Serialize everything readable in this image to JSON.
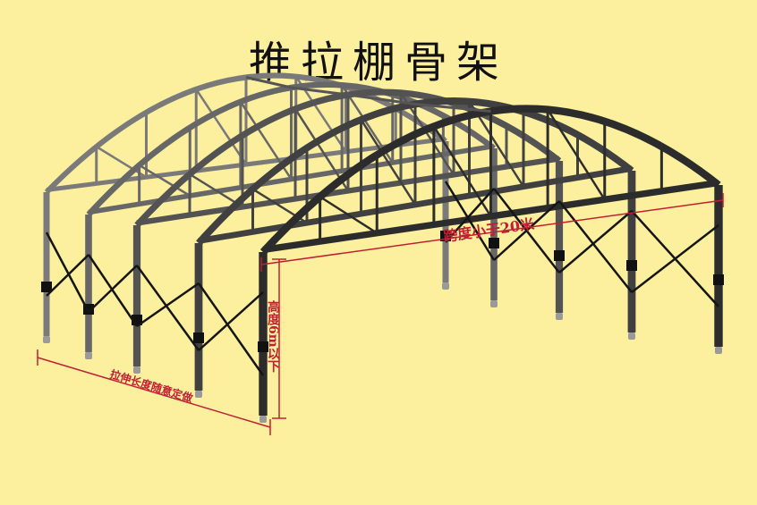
{
  "title": "推拉棚骨架",
  "annotations": {
    "span": "跨度小于20米",
    "height": "高度6m以下",
    "length": "拉伸长度随意定做"
  },
  "colors": {
    "background": "#fcef9e",
    "annotation": "#c21f34",
    "frame_front": "#2c2c2c",
    "frame_back": "#7a7a7a"
  }
}
